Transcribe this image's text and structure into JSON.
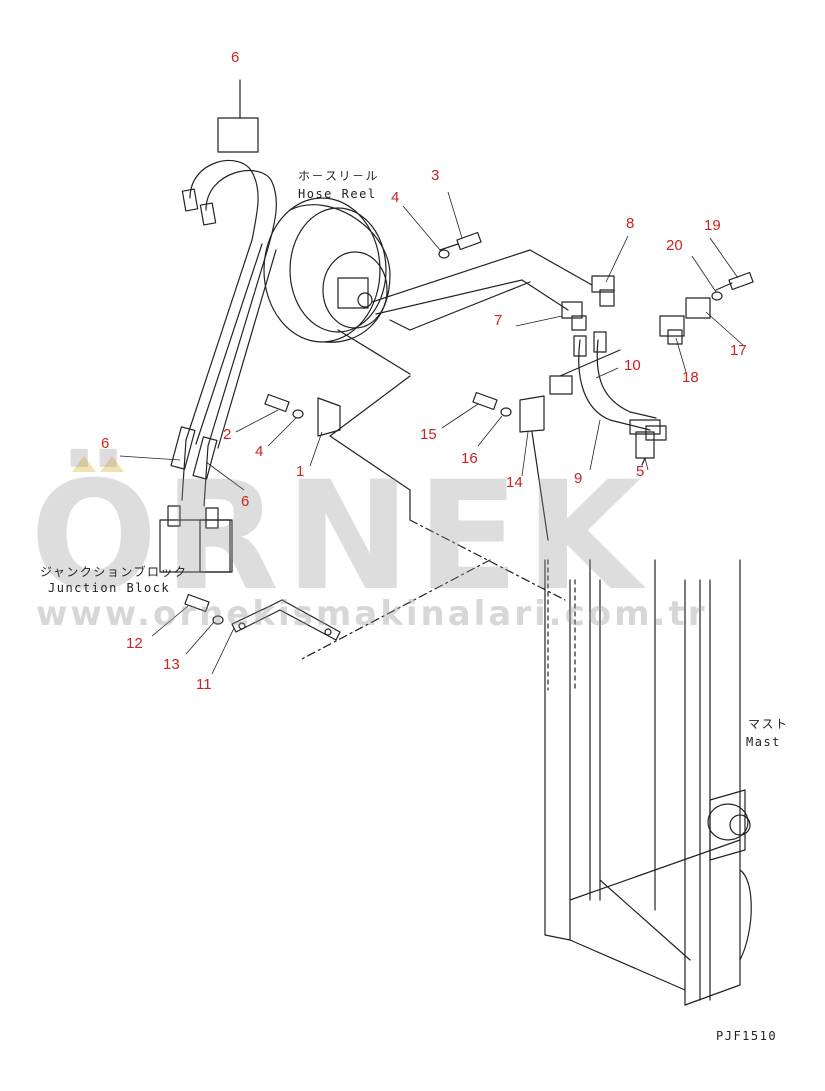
{
  "diagram": {
    "callouts": [
      {
        "id": "callout-6-top",
        "text": "6"
      },
      {
        "id": "callout-3",
        "text": "3"
      },
      {
        "id": "callout-4-top",
        "text": "4"
      },
      {
        "id": "callout-8",
        "text": "8"
      },
      {
        "id": "callout-19",
        "text": "19"
      },
      {
        "id": "callout-20",
        "text": "20"
      },
      {
        "id": "callout-7",
        "text": "7"
      },
      {
        "id": "callout-17",
        "text": "17"
      },
      {
        "id": "callout-10",
        "text": "10"
      },
      {
        "id": "callout-18",
        "text": "18"
      },
      {
        "id": "callout-2",
        "text": "2"
      },
      {
        "id": "callout-4-mid",
        "text": "4"
      },
      {
        "id": "callout-15",
        "text": "15"
      },
      {
        "id": "callout-16",
        "text": "16"
      },
      {
        "id": "callout-1",
        "text": "1"
      },
      {
        "id": "callout-9",
        "text": "9"
      },
      {
        "id": "callout-5",
        "text": "5"
      },
      {
        "id": "callout-14",
        "text": "14"
      },
      {
        "id": "callout-6-left",
        "text": "6"
      },
      {
        "id": "callout-6-right",
        "text": "6"
      },
      {
        "id": "callout-12",
        "text": "12"
      },
      {
        "id": "callout-13",
        "text": "13"
      },
      {
        "id": "callout-11",
        "text": "11"
      }
    ],
    "captions": {
      "hose_reel_jp": "ホ－スリ－ル",
      "hose_reel_en": "Hose Reel",
      "junction_jp": "ジャンクションブロック",
      "junction_en": "Junction Block",
      "mast_jp": "マスト",
      "mast_en": "Mast",
      "drawing_code": "PJF1510"
    }
  },
  "watermark": {
    "brand": "ÖRNEK",
    "url": "www.ornekismakinalari.com.tr"
  },
  "colors": {
    "callout": "#cc2222",
    "line": "#222222",
    "watermark": "#999999",
    "watermark_accent": "#e8c870"
  }
}
